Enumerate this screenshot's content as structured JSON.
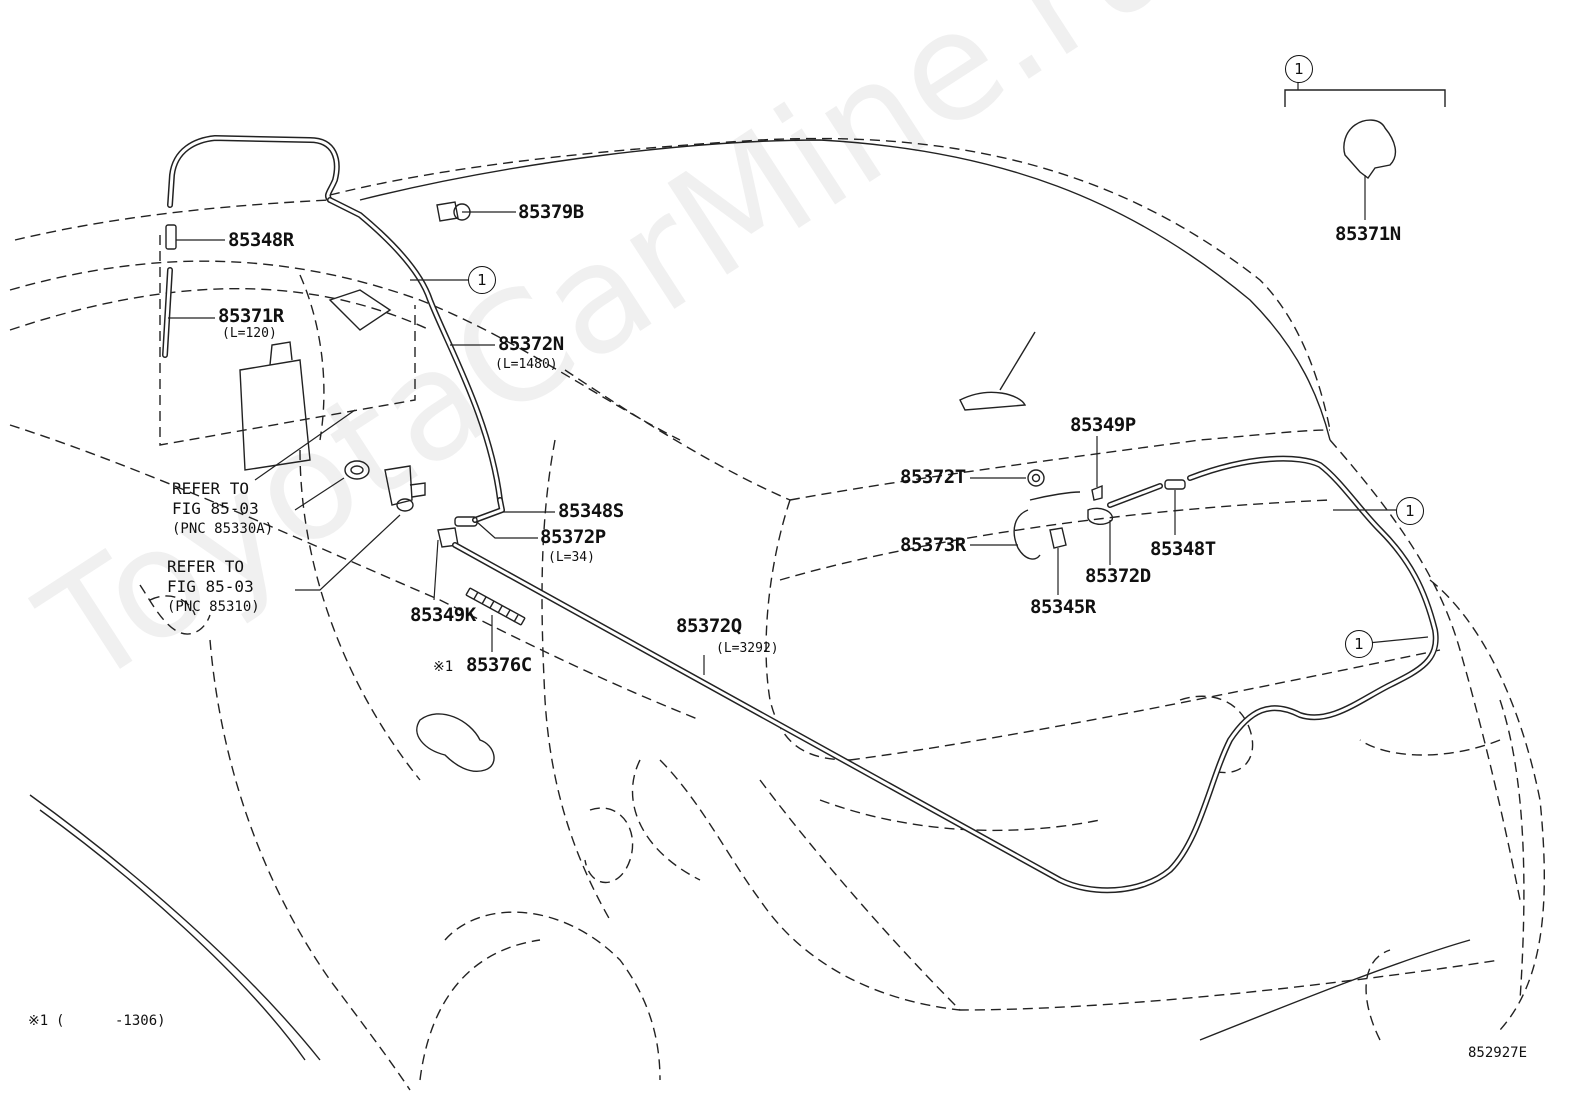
{
  "diagram_code": "852927E",
  "watermark": "ToyotaCarMine.ru",
  "footnote": {
    "mark": "※1",
    "text": "(      -1306)"
  },
  "callout_symbol": "1",
  "parts": [
    {
      "id": "85379B",
      "label": "85379B"
    },
    {
      "id": "85348R",
      "label": "85348R"
    },
    {
      "id": "85371R",
      "label": "85371R",
      "length": "(L=120)"
    },
    {
      "id": "85372N",
      "label": "85372N",
      "length": "(L=1480)"
    },
    {
      "id": "85348S",
      "label": "85348S"
    },
    {
      "id": "85372P",
      "label": "85372P",
      "length": "(L=34)"
    },
    {
      "id": "85349K",
      "label": "85349K"
    },
    {
      "id": "85376C",
      "label": "85376C",
      "prefix": "※1"
    },
    {
      "id": "85372Q",
      "label": "85372Q",
      "length": "(L=3292)"
    },
    {
      "id": "85349P",
      "label": "85349P"
    },
    {
      "id": "85372T",
      "label": "85372T"
    },
    {
      "id": "85373R",
      "label": "85373R"
    },
    {
      "id": "85372D",
      "label": "85372D"
    },
    {
      "id": "85348T",
      "label": "85348T"
    },
    {
      "id": "85345R",
      "label": "85345R"
    },
    {
      "id": "85371N",
      "label": "85371N"
    }
  ],
  "references": [
    {
      "line1": "REFER TO",
      "line2": "FIG 85-03",
      "pnc": "(PNC 85330A)"
    },
    {
      "line1": "REFER TO",
      "line2": "FIG 85-03",
      "pnc": "(PNC 85310)"
    }
  ]
}
